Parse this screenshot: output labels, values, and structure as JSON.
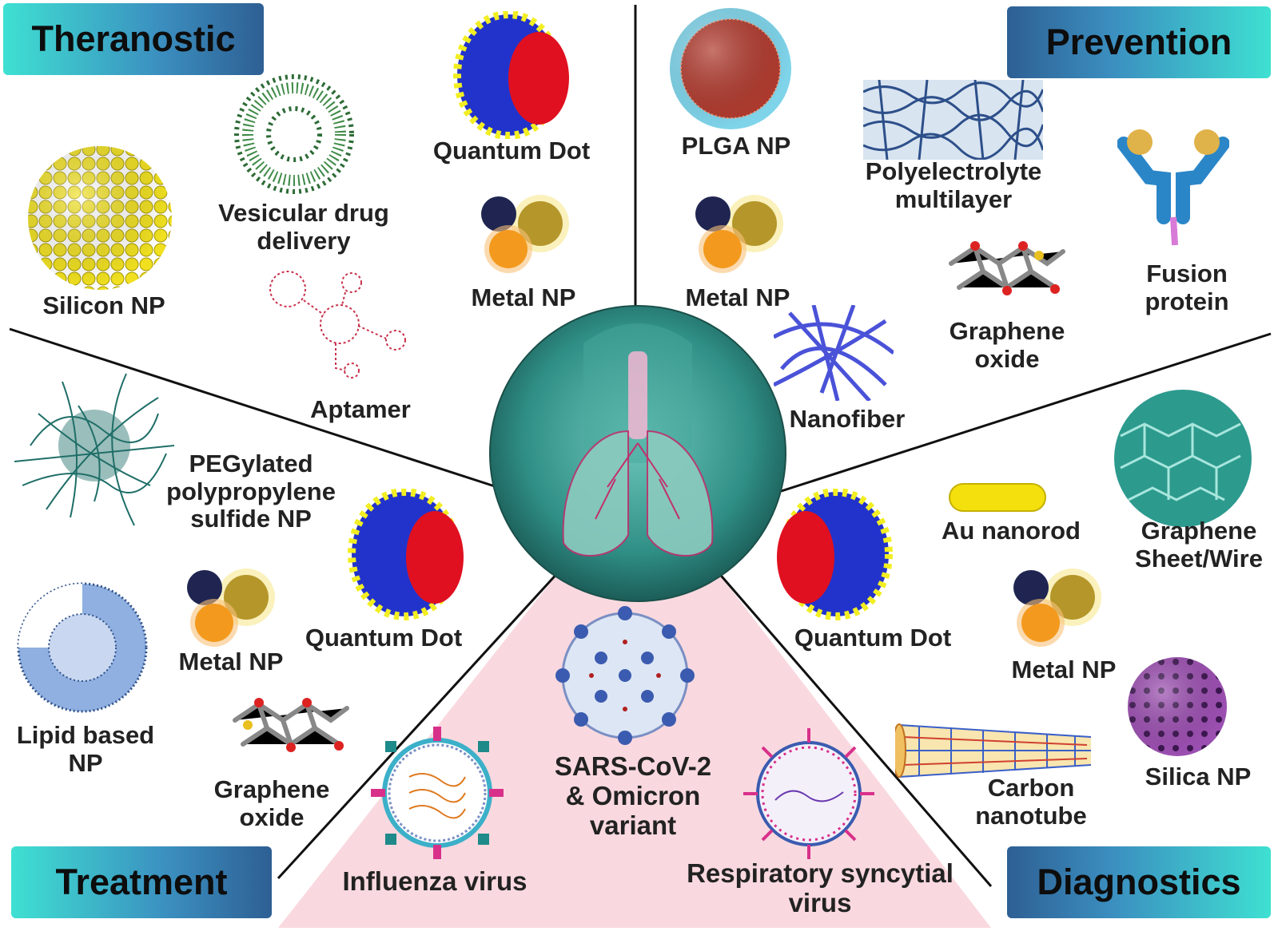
{
  "sections": {
    "theranostic": "Theranostic",
    "prevention": "Prevention",
    "treatment": "Treatment",
    "diagnostics": "Diagnostics"
  },
  "theranostic": {
    "silicon_np": "Silicon NP",
    "vesicular_line1": "Vesicular drug",
    "vesicular_line2": "delivery",
    "quantum_dot": "Quantum Dot",
    "metal_np": "Metal NP",
    "aptamer": "Aptamer"
  },
  "prevention": {
    "plga_np": "PLGA NP",
    "polyelectrolyte_line1": "Polyelectrolyte",
    "polyelectrolyte_line2": "multilayer",
    "fusion_line1": "Fusion",
    "fusion_line2": "protein",
    "metal_np": "Metal NP",
    "graphene_line1": "Graphene",
    "graphene_line2": "oxide",
    "nanofiber": "Nanofiber"
  },
  "treatment": {
    "peg_line1": "PEGylated",
    "peg_line2": "polypropylene",
    "peg_line3": "sulfide NP",
    "quantum_dot": "Quantum Dot",
    "metal_np": "Metal NP",
    "lipid_line1": "Lipid based",
    "lipid_line2": "NP",
    "graphene_line1": "Graphene",
    "graphene_line2": "oxide"
  },
  "diagnostics": {
    "au_nanorod": "Au nanorod",
    "graphene_sheet_line1": "Graphene",
    "graphene_sheet_line2": "Sheet/Wire",
    "quantum_dot": "Quantum Dot",
    "metal_np": "Metal NP",
    "carbon_line1": "Carbon",
    "carbon_line2": "nanotube",
    "silica_np": "Silica NP"
  },
  "viruses": {
    "sars_line1": "SARS-CoV-2",
    "sars_line2": "& Omicron",
    "sars_line3": "variant",
    "influenza": "Influenza virus",
    "rsv_line1": "Respiratory syncytial",
    "rsv_line2": "virus"
  },
  "colors": {
    "badge_light": "#3fe0d2",
    "badge_dark": "#2e5f93",
    "virus_region": "#f9d9df",
    "lung_circle": "#2f8f86",
    "quantum_dot_yellow": "#f2ee22",
    "quantum_dot_blue": "#2233cc",
    "quantum_dot_red": "#e01020"
  }
}
